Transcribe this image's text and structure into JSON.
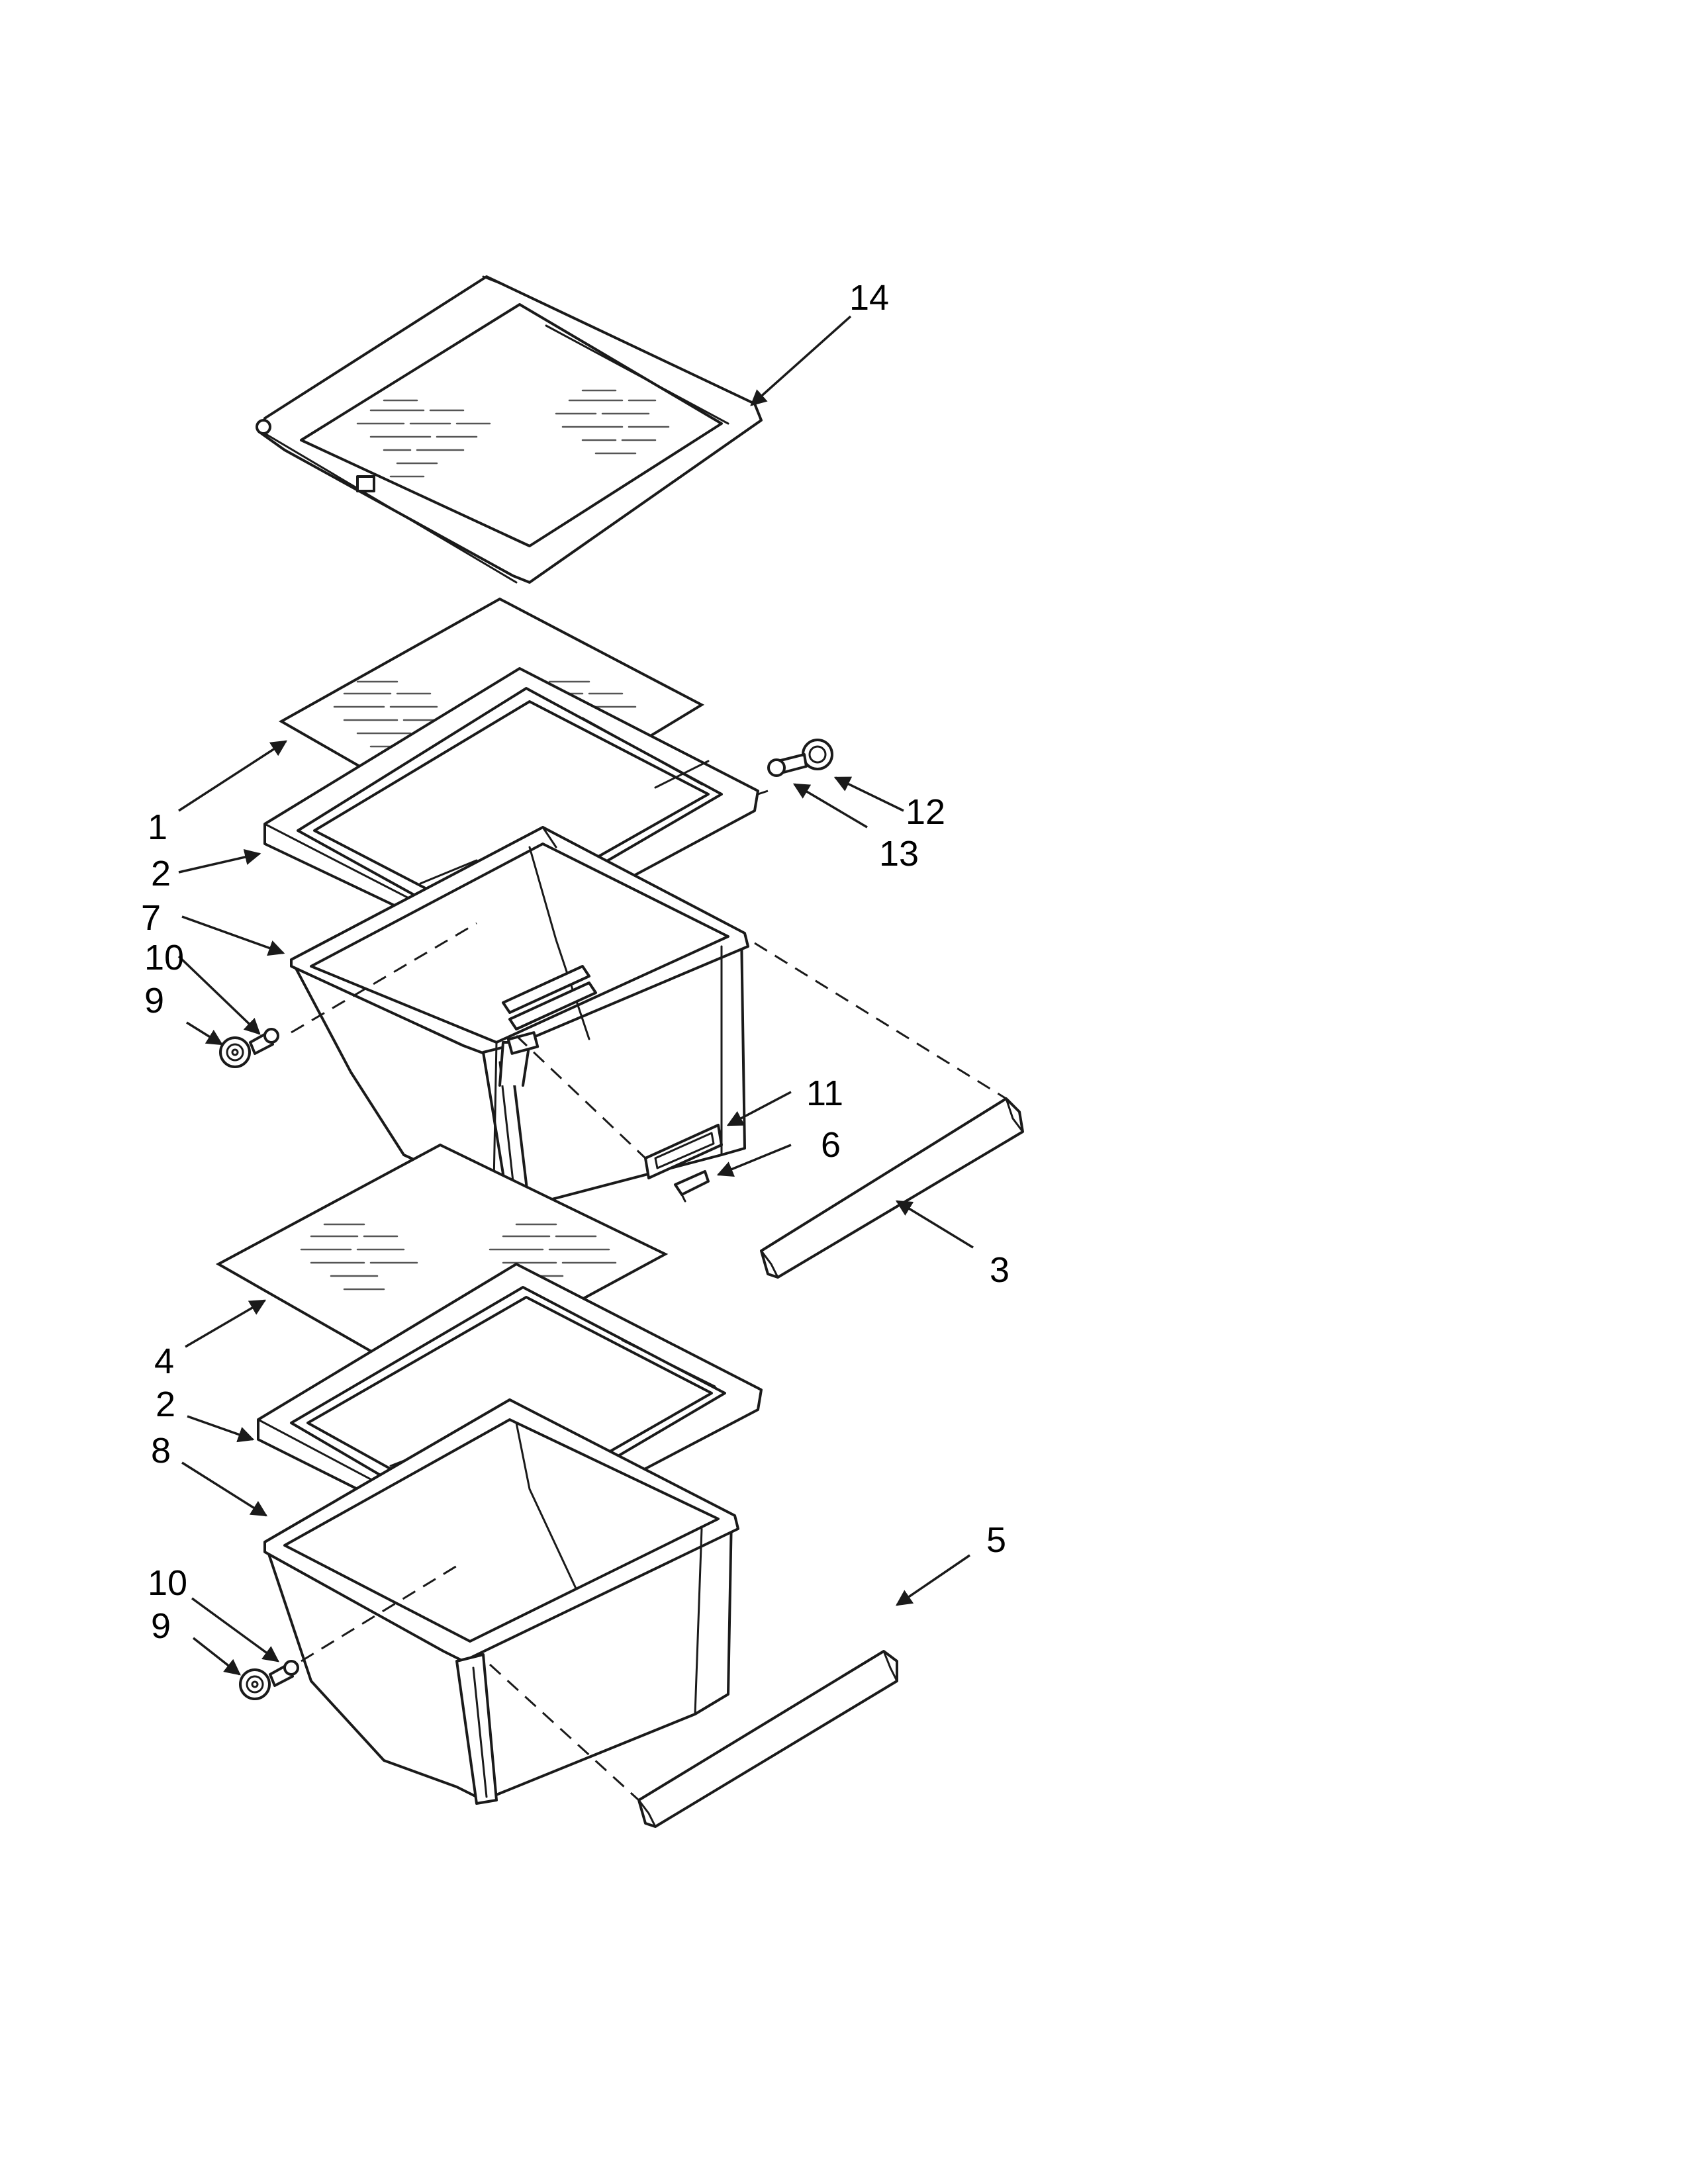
{
  "callouts": {
    "c1": "1",
    "c2a": "2",
    "c2b": "2",
    "c3": "3",
    "c4": "4",
    "c5": "5",
    "c6": "6",
    "c7": "7",
    "c8": "8",
    "c9a": "9",
    "c9b": "9",
    "c10a": "10",
    "c10b": "10",
    "c11": "11",
    "c12": "12",
    "c13": "13",
    "c14": "14"
  }
}
